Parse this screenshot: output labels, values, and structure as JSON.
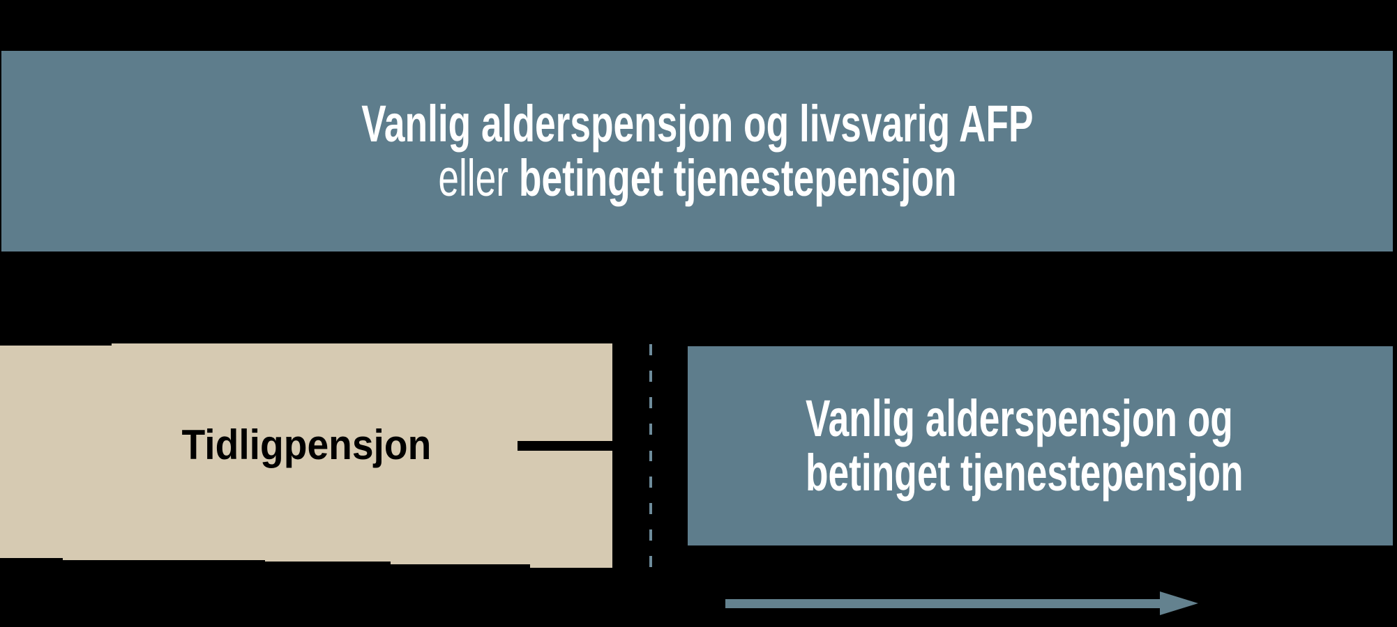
{
  "colors": {
    "slate": "#5E7D8C",
    "beige": "#D6CAB2",
    "dash": "#6E8C9B",
    "timeline": "#64828F",
    "ink": "#000000",
    "white": "#FFFFFF"
  },
  "top_band": {
    "line1": "Vanlig alderspensjon og livsvarig AFP",
    "line2_prefix": "eller",
    "line2_bold": "betinget tjenestepensjon"
  },
  "early_box": {
    "label": "Tidligpensjon"
  },
  "outcome_box": {
    "line1": "Vanlig alderspensjon og",
    "line2": "betinget tjenestepensjon"
  },
  "icons": {
    "flow_arrow": "black-right-arrow",
    "stage_divider": "vertical-dashed-line",
    "timeline_arrow": "slate-right-arrow"
  }
}
